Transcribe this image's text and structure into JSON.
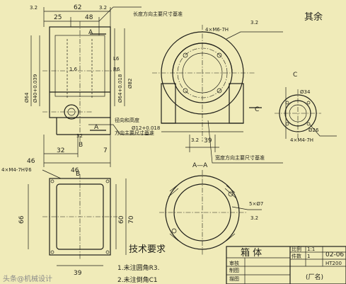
{
  "dims": {
    "d62": "62",
    "d25": "25",
    "d48": "48",
    "d32a": "32",
    "d32b": "32",
    "d46": "46",
    "d7": "7",
    "d39": "39",
    "r6": "R6",
    "l6": "L6",
    "bore_tol": "Ø64+0.018",
    "d82": "Ø82",
    "d40": "Ø40+0.039",
    "d64": "Ø64",
    "d12": "Ø12+0.018",
    "d34": "Ø34",
    "d26": "Ø26",
    "thread_a": "4×M6-7H",
    "thread_b": "4×M4-7H",
    "thread_c": "4×M4-7H⊽6",
    "d66": "66",
    "d60": "60",
    "d70": "70",
    "d39b": "39",
    "d7b": "Ø7",
    "depth": "5×Ø7"
  },
  "roughness": {
    "r32": "3.2",
    "r16": "1.6",
    "rest": "其余"
  },
  "views": {
    "a": "A",
    "b": "B",
    "c": "C",
    "section_aa": "A—A"
  },
  "notes": {
    "note_top": "长度方向主要尺寸基准",
    "note_mid": "径向和高度",
    "note_mid2": "方向主要尺寸基准",
    "note_width": "宽度方向主要尺寸基准"
  },
  "tech": {
    "title": "技术要求",
    "item1": "1.未注圆角R3.",
    "item2": "2.未注倒角C1"
  },
  "titleblock": {
    "name": "箱 体",
    "scale_label": "比例",
    "scale": "1:1",
    "qty_label": "件数",
    "qty": "1",
    "drawing_no": "02-06",
    "material": "HT200",
    "row1": "制图",
    "row2": "描图",
    "row3": "审核",
    "company": "(厂名)"
  },
  "watermark": "头条@机械设计"
}
